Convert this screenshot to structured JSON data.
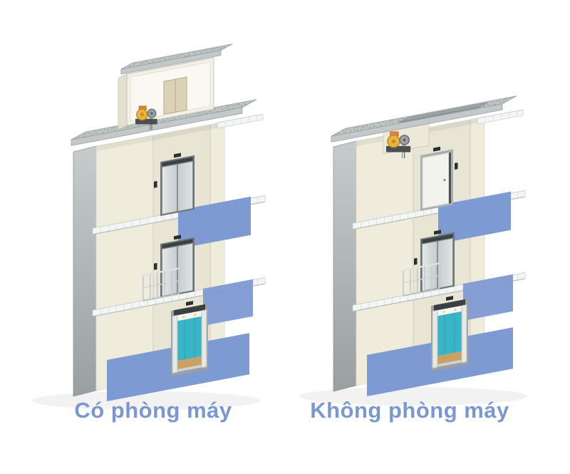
{
  "diagram": {
    "type": "elevator-machine-room-comparison",
    "left_building": {
      "caption": "Có phòng máy",
      "machine_room": true,
      "floors_shown": 3
    },
    "right_building": {
      "caption": "Không phòng máy",
      "machine_room": false,
      "floors_shown": 3
    },
    "colors": {
      "caption_text": "#7b97d0",
      "floor_plane_blue": "#7e9ad2",
      "car_interior_teal": "#38b5c6",
      "facade_cream": "#efecdc",
      "roof_gray": "#bcc1c2",
      "machine_yellow": "#eab33c",
      "machine_orange": "#e2832f"
    }
  }
}
